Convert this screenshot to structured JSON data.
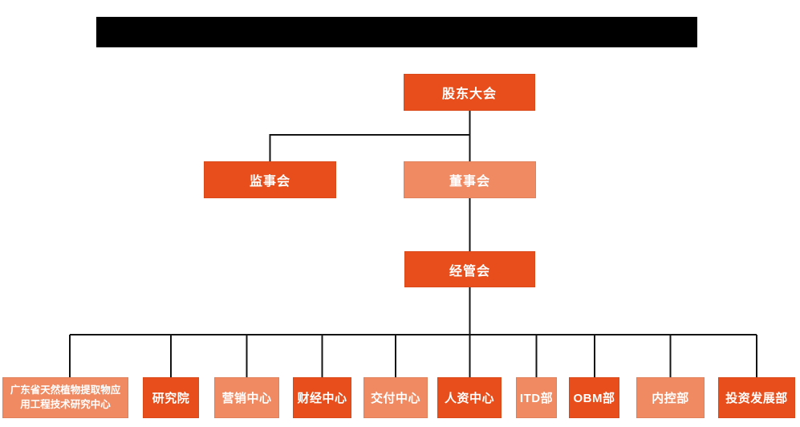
{
  "colors": {
    "background": "#FFFFFF",
    "redaction_bar": "#000000",
    "connector_line": "#141414",
    "box_primary": "#E84E1B",
    "box_secondary": "#EF8A62",
    "box_text": "#FFFFFF"
  },
  "org_chart": {
    "nodes": {
      "shareholders_meeting": {
        "label": "股东大会"
      },
      "supervisory_board": {
        "label": "监事会"
      },
      "board_of_directors": {
        "label": "董事会"
      },
      "management_committee": {
        "label": "经管会"
      }
    },
    "departments": [
      {
        "label": "广东省天然植物提取物应用工程技术研究中心"
      },
      {
        "label": "研究院"
      },
      {
        "label": "营销中心"
      },
      {
        "label": "财经中心"
      },
      {
        "label": "交付中心"
      },
      {
        "label": "人资中心"
      },
      {
        "label": "ITD部"
      },
      {
        "label": "OBM部"
      },
      {
        "label": "内控部"
      },
      {
        "label": "投资发展部"
      }
    ]
  }
}
